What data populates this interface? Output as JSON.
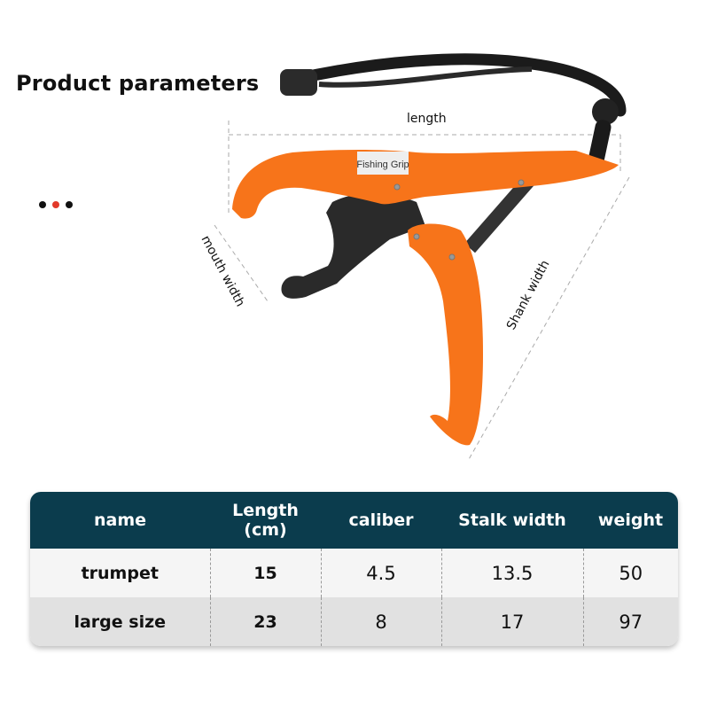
{
  "header": {
    "title": "Product parameters"
  },
  "pagination_dots": [
    {
      "active": false
    },
    {
      "active": true
    },
    {
      "active": false
    }
  ],
  "colors": {
    "table_header_bg": "#0b3c4d",
    "product_orange": "#f7741a",
    "dot_active": "#e23a2a",
    "row_light": "#f5f5f5",
    "row_dark": "#e1e1e1"
  },
  "product_image": {
    "brand_label": "Fishing Grip",
    "dimension_labels": {
      "length": "length",
      "mouth_width": "mouth width",
      "shank_width": "Shank width"
    }
  },
  "table": {
    "columns": [
      "name",
      "Length (cm)",
      "caliber",
      "Stalk width",
      "weight"
    ],
    "rows": [
      [
        "trumpet",
        "15",
        "4.5",
        "13.5",
        "50"
      ],
      [
        "large size",
        "23",
        "8",
        "17",
        "97"
      ]
    ]
  }
}
